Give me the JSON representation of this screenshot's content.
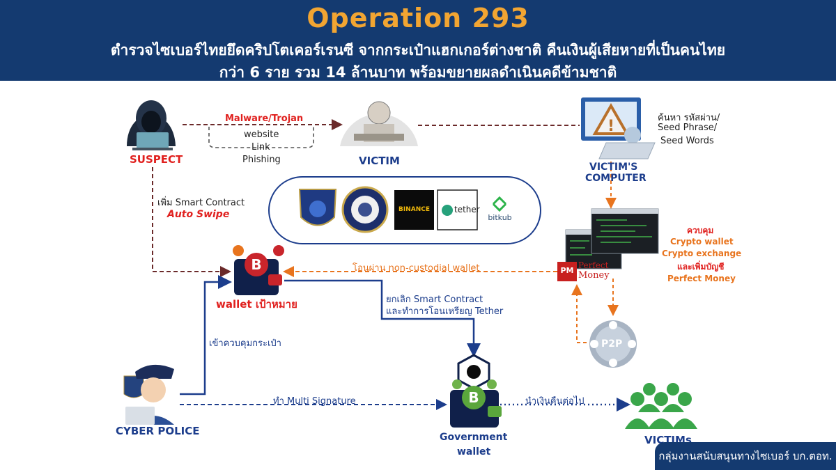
{
  "header": {
    "title": "Operation 293",
    "subtitle_1": "ตำรวจไซเบอร์ไทยยึดคริปโตเคอร์เรนซี จากกระเป๋าแฮกเกอร์ต่างชาติ คืนเงินผู้เสียหายที่เป็นคนไทย",
    "subtitle_2": "กว่า 6 ราย รวม 14 ล้านบาท พร้อมขยายผลดำเนินคดีข้ามชาติ"
  },
  "nodes": {
    "suspect": "SUSPECT",
    "victim": "VICTIM",
    "victims_computer_1": "VICTIM'S",
    "victims_computer_2": "COMPUTER",
    "wallet_target": "wallet เป้าหมาย",
    "cyber_police": "CYBER POLICE",
    "gov_wallet_1": "Government",
    "gov_wallet_2": "wallet",
    "victims": "VICTIMs"
  },
  "edges": {
    "malware": "Malware/Trojan",
    "website": "website",
    "link": "Link",
    "phishing": "Phishing",
    "search_1": "ค้นหา รหัสผ่าน/",
    "search_2": "Seed Phrase/",
    "search_3": "Seed Words",
    "add_contract": "เพิ่ม Smart Contract",
    "auto_swipe": "Auto Swipe",
    "transfer": "โอนผ่าน non-custodial wallet",
    "control": "ควบคุม",
    "control_2": "Crypto wallet",
    "control_3": "Crypto exchange",
    "control_4": "และเพิ่มบัญชี",
    "control_5": "Perfect Money",
    "cancel_1": "ยกเลิก Smart Contract",
    "cancel_2": "และทำการโอนเหรียญ Tether",
    "seize": "เข้าควบคุมกระเป๋า",
    "multisig": "ทำ Multi Signature",
    "return": "นำเงินคืนต่อไป"
  },
  "logos": {
    "binance": "BINANCE",
    "tether": "tether",
    "bitkub": "bitkub",
    "pm_1": "Perfect",
    "pm_2": "Money",
    "pm_mark": "PM",
    "p2p": "P2P"
  },
  "footer": "กลุ่มงานสนับสนุนทางไซเบอร์ บก.ตอท.",
  "colors": {
    "navy": "#143a70",
    "orange": "#e8741e",
    "red": "#e0201e",
    "blue": "#1c3d8c"
  }
}
